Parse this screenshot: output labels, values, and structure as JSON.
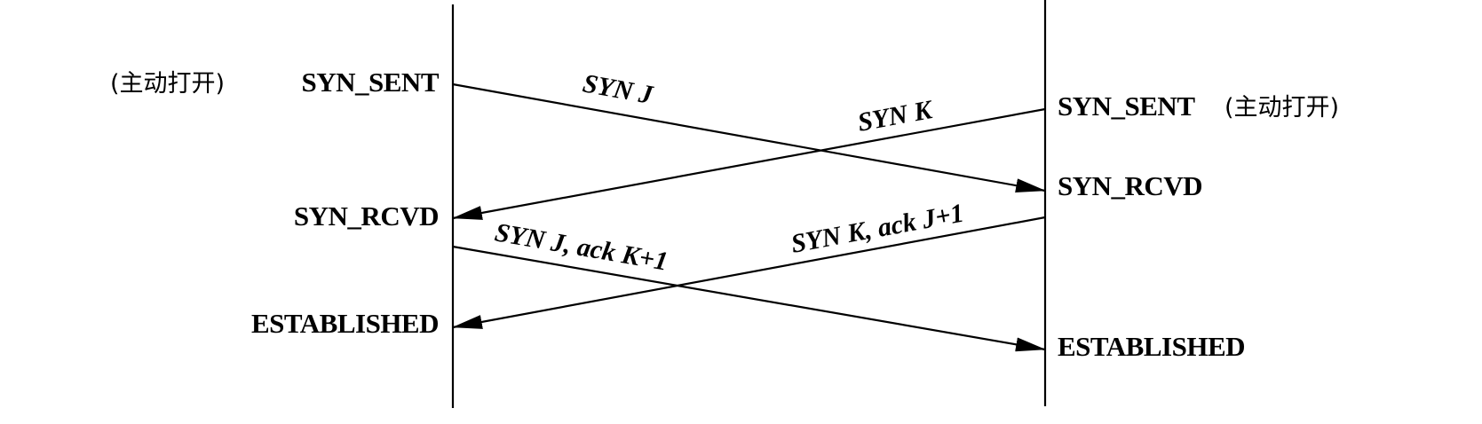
{
  "left": {
    "note": "(主动打开)",
    "states": [
      "SYN_SENT",
      "SYN_RCVD",
      "ESTABLISHED"
    ]
  },
  "right": {
    "note": "(主动打开)",
    "states": [
      "SYN_SENT",
      "SYN_RCVD",
      "ESTABLISHED"
    ]
  },
  "messages": [
    "SYN J",
    "SYN K",
    "SYN J, ack K+1",
    "SYN K, ack J+1"
  ]
}
